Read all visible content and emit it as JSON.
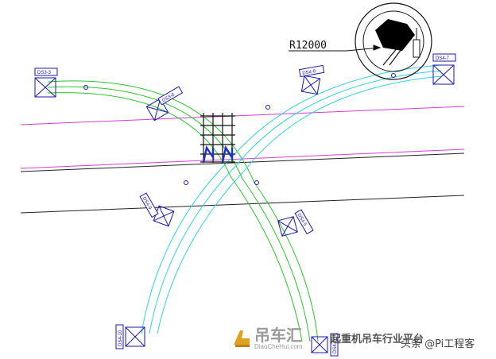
{
  "diagram": {
    "radius_label": "R12000",
    "anchor_tags": [
      {
        "id": "tl",
        "label": "DS3-3"
      },
      {
        "id": "tr",
        "label": "DS4-7"
      },
      {
        "id": "bl",
        "label": "DS4-10"
      },
      {
        "id": "br",
        "label": "DS4-2"
      }
    ],
    "pad_tags": [
      {
        "id": "p1",
        "label": "DS3-8"
      },
      {
        "id": "p2",
        "label": "DS4-8"
      },
      {
        "id": "p3",
        "label": "DS4-9"
      },
      {
        "id": "p4",
        "label": "DS4-5"
      }
    ],
    "colors": {
      "road_line": "#d040d0",
      "track_green": "#30c030",
      "track_cyan": "#30d0e0",
      "blueprint": "#1a1aa8",
      "ground": "#222222"
    }
  },
  "watermark": {
    "brand_cn": "吊车汇",
    "brand_url": "DiaoCheHui.com",
    "slogan": "起重机吊车行业平台",
    "author": "头条 @Pi工程客"
  }
}
